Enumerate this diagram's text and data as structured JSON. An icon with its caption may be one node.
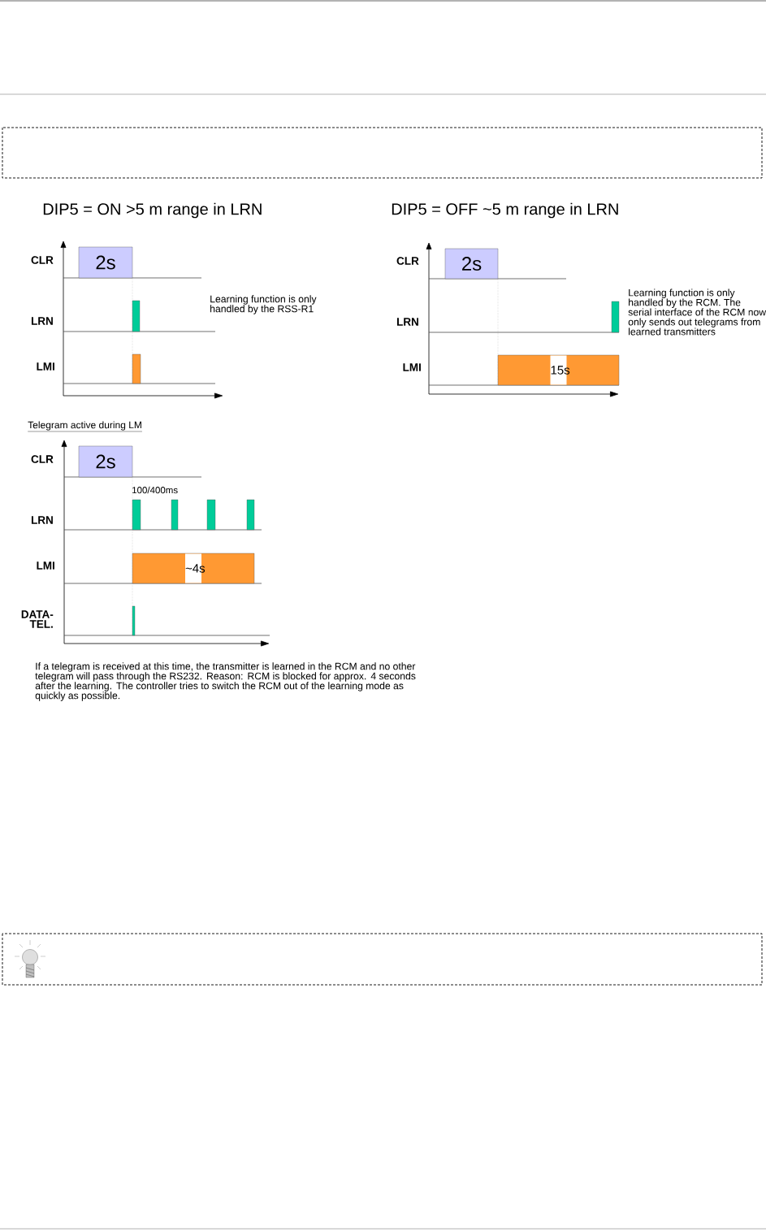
{
  "diagram": {
    "nodes": [
      {
        "text": [
          "2s"
        ]
      },
      {
        "text": [
          "2s"
        ]
      },
      {
        "text": [
          "15s"
        ]
      },
      {
        "text": [
          "2s"
        ]
      },
      {
        "text": [
          "~4s"
        ]
      }
    ],
    "labels": [
      "DIP5 = ON >5 m range in LRN",
      "DIP5 = OFF ~5 m range in LRN",
      "CLR",
      "LRN",
      "LMI",
      "Learning function is only handled by the RSS-R1",
      "CLR",
      "LRN",
      "LMI",
      "Learning function is only handled by the RCM. The serial interface of the RCM now only sends out telegrams from learned transmitters",
      "Telegram active during LM",
      "CLR",
      "100/400ms",
      "LRN",
      "LMI",
      "DATA- TEL.",
      "If a telegram is received at this time, the transmitter is learned in the RCM and no other telegram will pass through the RS232. Reason: RCM is blocked for approx. 4 seconds after the learning. The controller tries to switch the RCM out of the learning mode as quickly as possible."
    ]
  }
}
